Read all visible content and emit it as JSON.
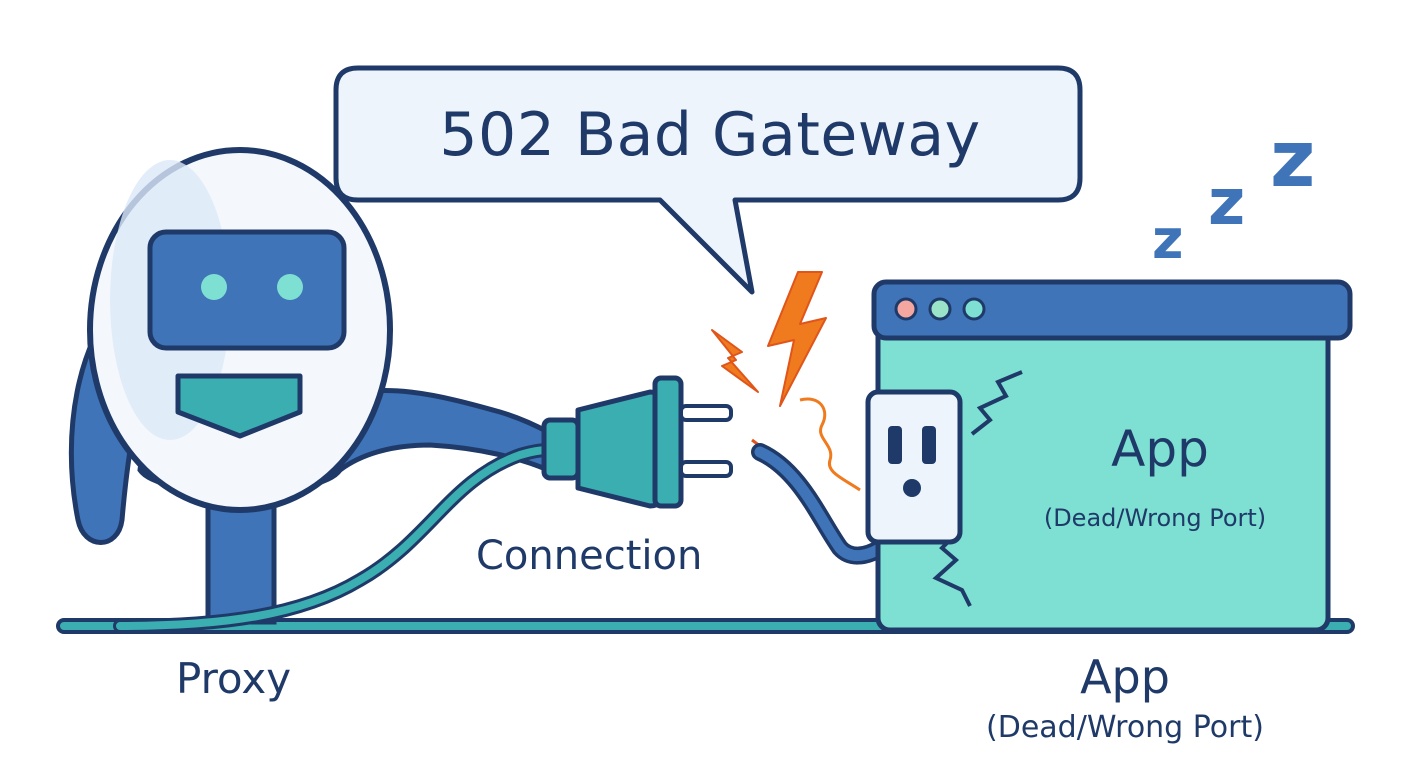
{
  "bubble": {
    "text": "502 Bad Gateway"
  },
  "proxy": {
    "label": "Proxy"
  },
  "connection": {
    "label": "Connection"
  },
  "app_window": {
    "title": "App",
    "subtitle": "(Dead/Wrong Port)"
  },
  "app_caption": {
    "title": "App",
    "subtitle": "(Dead/Wrong Port)"
  },
  "sleep": {
    "text": "ZZZ"
  },
  "colors": {
    "outline": "#1f3a68",
    "robot_blue": "#3f74b8",
    "teal": "#3aaeb0",
    "app_fill": "#7edfd3",
    "bubble_fill": "#eef4fc",
    "spark": "#f07a1e"
  }
}
